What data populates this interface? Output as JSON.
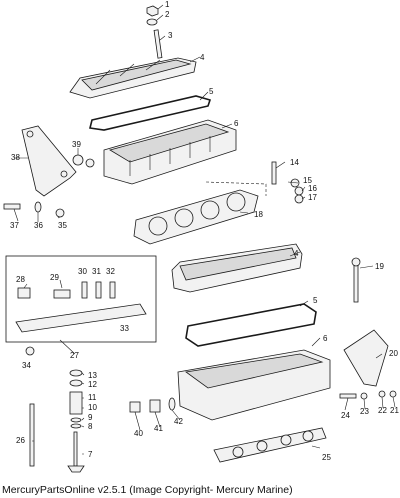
{
  "footer": {
    "copyright": "MercuryPartsOnline v2.5.1 (Image Copyright- Mercury Marine)"
  },
  "callouts": [
    "1",
    "2",
    "3",
    "4",
    "5",
    "6",
    "14",
    "15",
    "16",
    "17",
    "18",
    "39",
    "38",
    "37",
    "36",
    "35",
    "19",
    "4",
    "5",
    "28",
    "29",
    "30",
    "31",
    "32",
    "33",
    "27",
    "34",
    "20",
    "6",
    "13",
    "12",
    "11",
    "10",
    "9",
    "8",
    "7",
    "40",
    "41",
    "42",
    "24",
    "23",
    "22",
    "21",
    "26",
    "25"
  ]
}
